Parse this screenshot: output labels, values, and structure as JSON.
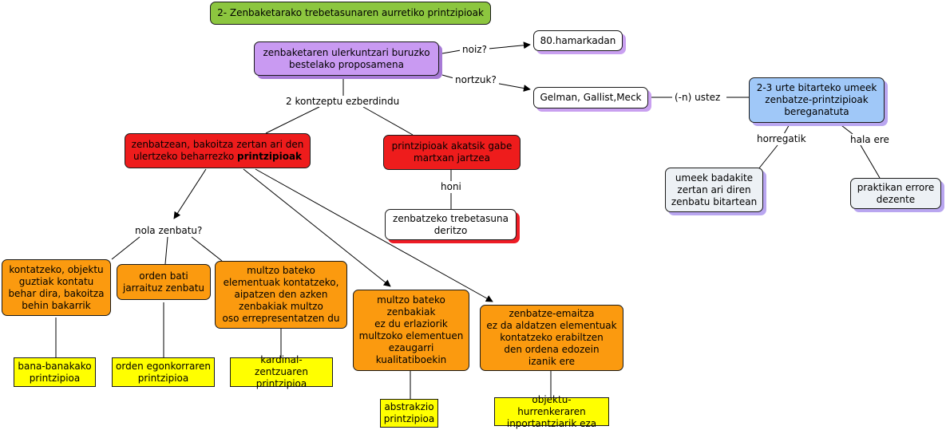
{
  "diagram": {
    "title": "2- Zenbaketarako trebetasunaren aurretiko printzipioak",
    "nodes": {
      "proposal": "zenbaketaren ulerkuntzari buruzko\nbestelako proposamena",
      "decade": "80.hamarkadan",
      "authors": "Gelman, Gallist,Meck",
      "belief": "2-3 urte bitarteko umeek\nzenbatze-printzipioak\nbereganatuta",
      "children_know": "umeek badakite\nzertan ari diren\nzenbatu bitartean",
      "practice_errors": "praktikan errore\ndezente",
      "principles_prefix": "zenbatzean, bakoitza zertan ari den\nulertzeko beharrezko ",
      "principles_bold": "printzipioak",
      "flawless": "printzipioak akatsik gabe\nmartxan jartzea",
      "skill": "zenbatzeko trebetasuna\nderitzo",
      "count_all_once": "kontatzeko, objektu\nguztiak kontatu\nbehar dira, bakoitza\nbehin bakarrik",
      "in_order": "orden bati\njarraituz zenbatu",
      "last_number": "multzo bateko\nelementuak kontatzeko,\naipatzen den azken\nzenbakiak multzo\noso errepresentatzen du",
      "abstraction": "multzo bateko\nzenbakiak\nez du erlaziorik\nmultzoko elementuen\nezaugarri\nkualitatiboekin",
      "order_irrelevance": "zenbatze-emaitza\nez da aldatzen elementuak\nkontatzeko erabiltzen\nden ordena edozein\nizanik ere",
      "p_one_to_one": "bana-banakako\nprintzipioa",
      "p_stable_order": "orden egonkorraren\nprintzipioa",
      "p_cardinal": "kardinal-zentzuaren\nprintzipioa",
      "p_abstraction": "abstrakzio\nprintzipioa",
      "p_order_irrelevance": "objektu-hurrenkeraren\ninportantziarik eza"
    },
    "link_labels": {
      "when": "noiz?",
      "who": "nortzuk?",
      "opinion": "(-n) ustez",
      "two_concepts": "2 kontzeptu ezberdindu",
      "this": "honi",
      "therefore": "horregatik",
      "however": "hala ere",
      "how_count": "nola zenbatu?"
    },
    "colors": {
      "title": "#8cc63f",
      "proposal": "#c99af2",
      "belief": "#a0c8f8",
      "red": "#ee1c1c",
      "orange": "#fb9a0f",
      "principle": "#ffff00"
    }
  }
}
